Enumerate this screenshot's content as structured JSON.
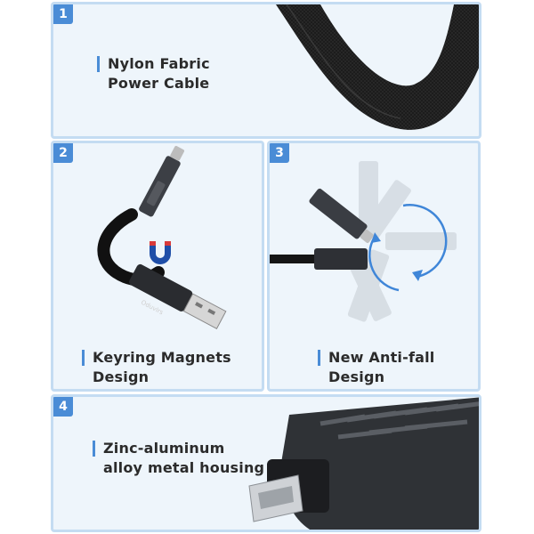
{
  "panels": [
    {
      "number": "1",
      "caption_lines": [
        "Nylon Fabric",
        "Power Cable"
      ]
    },
    {
      "number": "2",
      "caption_lines": [
        "Keyring Magnets",
        "Design"
      ],
      "brand_mark": "Oduvlrs"
    },
    {
      "number": "3",
      "caption_lines": [
        "New Anti-fall",
        "Design"
      ]
    },
    {
      "number": "4",
      "caption_lines": [
        "Zinc-aluminum",
        "alloy metal housing"
      ]
    }
  ],
  "colors": {
    "panel_bg": "#eef5fb",
    "panel_border": "#c4dcf2",
    "accent_blue": "#4a8cd6",
    "text": "#2b2b2b"
  },
  "icons": [
    "braided-cable-icon",
    "usb-keyring-cable-icon",
    "magnet-icon",
    "rotating-connector-icon",
    "micro-usb-plug-icon"
  ]
}
